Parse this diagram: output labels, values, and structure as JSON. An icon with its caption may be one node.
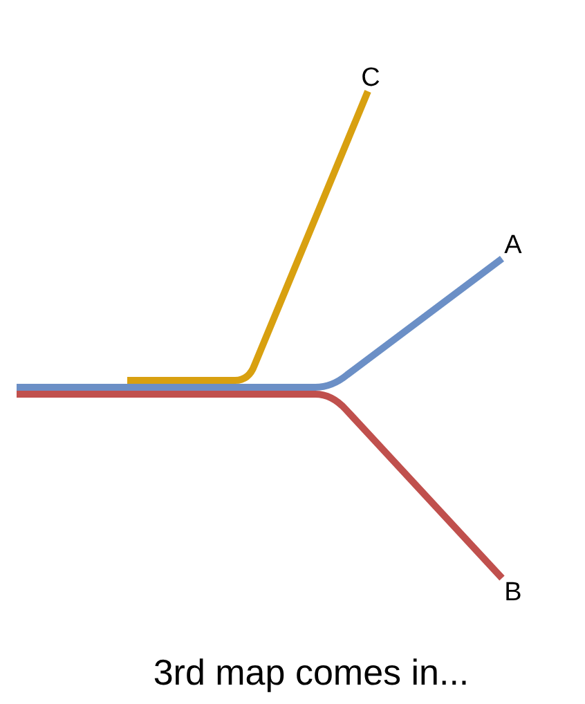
{
  "diagram": {
    "caption": "3rd map comes in...",
    "nodes": [
      {
        "text": [
          "C"
        ]
      },
      {
        "text": [
          "A"
        ]
      },
      {
        "text": [
          "B"
        ]
      }
    ],
    "edges": [
      {
        "from": null,
        "to": 1,
        "arrow": "none",
        "color": "#6b8fc6"
      },
      {
        "from": null,
        "to": 2,
        "arrow": "none",
        "color": "#c0504d"
      },
      {
        "from": null,
        "to": 0,
        "arrow": "none",
        "color": "#d8a010"
      }
    ]
  }
}
